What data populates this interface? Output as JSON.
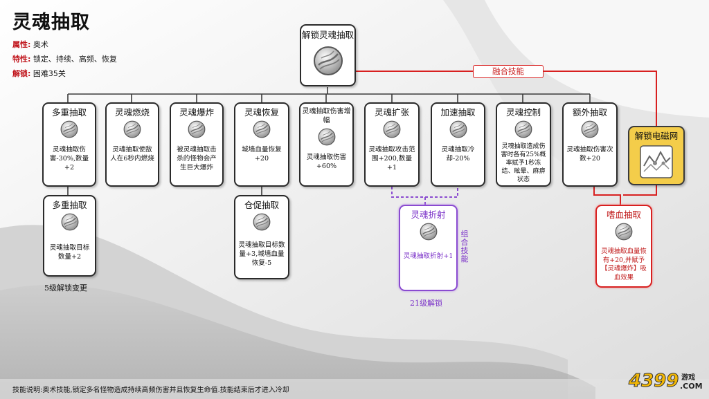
{
  "title": "灵魂抽取",
  "properties": [
    {
      "key": "属性",
      "value": "奥术"
    },
    {
      "key": "特性",
      "value": "锁定、持续、高频、恢复"
    },
    {
      "key": "解锁",
      "value": "困难35关"
    }
  ],
  "root": {
    "title": "解锁灵魂抽取"
  },
  "fusion_label": "融合技能",
  "skills": [
    {
      "title": "多重抽取",
      "desc": "灵魂抽取伤害-30%,数量+2"
    },
    {
      "title": "灵魂燃烧",
      "desc": "灵魂抽取使敌人在6秒内燃烧"
    },
    {
      "title": "灵魂爆炸",
      "desc": "被灵魂抽取击杀的怪物会产生巨大爆炸"
    },
    {
      "title": "灵魂恢复",
      "desc": "城墙血量恢复+20"
    },
    {
      "title": "灵魂抽取伤害增幅",
      "desc": "灵魂抽取伤害+60%"
    },
    {
      "title": "灵魂扩张",
      "desc": "灵魂抽取攻击范围+200,数量+1"
    },
    {
      "title": "加速抽取",
      "desc": "灵魂抽取冷却-20%"
    },
    {
      "title": "灵魂控制",
      "desc": "灵魂抽取造成伤害时各有25%概率赋予1秒冻结、眩晕、麻痹状态"
    },
    {
      "title": "额外抽取",
      "desc": "灵魂抽取伤害次数+20"
    }
  ],
  "unlock_emnet": {
    "title": "解锁电磁网"
  },
  "sub_multi": {
    "title": "多重抽取",
    "desc": "灵魂抽取目标数量+2",
    "caption": "5级解锁变更"
  },
  "sub_rapid": {
    "title": "仓促抽取",
    "desc": "灵魂抽取目标数量+3,城墙血量恢复-5"
  },
  "combo": {
    "title": "灵魂折射",
    "desc": "灵魂抽取折射+1",
    "caption": "21级解锁",
    "label": "组合技能"
  },
  "blood": {
    "title": "嗜血抽取",
    "desc": "灵魂抽取血量恢有+20,并赋予【灵魂爆炸】吸血效果"
  },
  "footer": "技能说明:奥术技能,锁定多名怪物造成持续高频伤害并且恢复生命值.技能结束后才进入冷却",
  "logo": {
    "main": "4399",
    "sub1": "游戏",
    "sub2": ".COM"
  },
  "colors": {
    "accent_red": "#d82020",
    "combo_purple": "#8a4bd0",
    "emnet_gold": "#f4cd4a"
  },
  "icons": {
    "skill": "soul-orb-icon",
    "emnet": "electro-net-icon"
  }
}
